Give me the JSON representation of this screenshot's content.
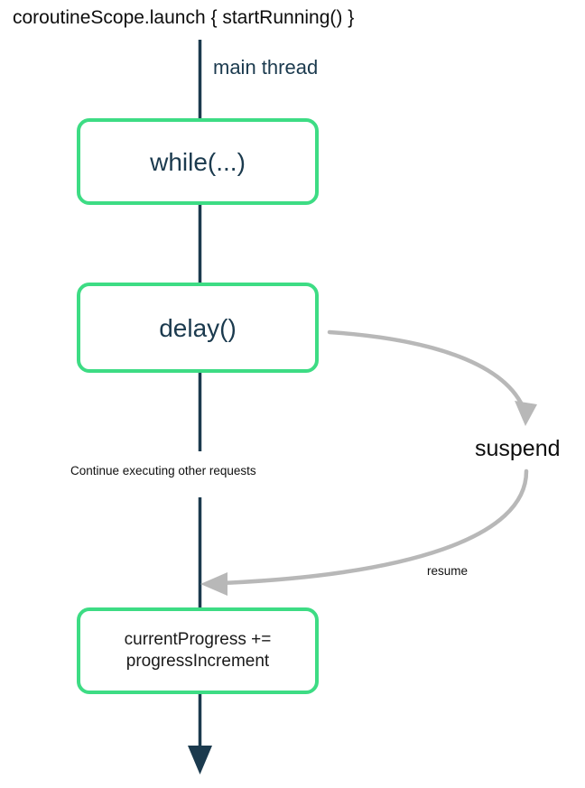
{
  "diagram": {
    "title_text": "coroutineScope.launch { startRunning() }",
    "thread_label": "main thread",
    "continue_note": "Continue executing other requests",
    "suspend_label": "suspend",
    "resume_label": "resume",
    "nodes": [
      {
        "id": "while",
        "text": "while(...)"
      },
      {
        "id": "delay",
        "text": "delay()"
      },
      {
        "id": "progress",
        "text": "currentProgress +=\nprogressIncrement"
      }
    ],
    "colors": {
      "node_border": "#3ddc84",
      "node_fill": "#ffffff",
      "lifeline": "#1b3a4e",
      "arrow_gray": "#b8b8b8",
      "text_dark": "#0d0d0d",
      "text_navy": "#1b3a4e",
      "background": "#ffffff"
    }
  }
}
